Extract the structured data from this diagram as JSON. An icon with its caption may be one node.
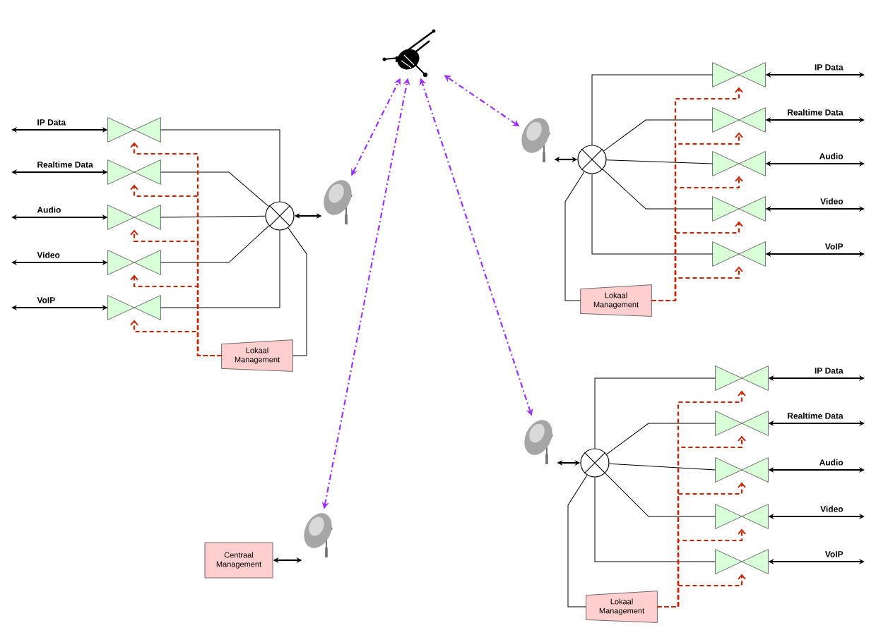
{
  "diagram": {
    "nodes": [
      {
        "text": [],
        "shape": "satellite"
      },
      {
        "text": [],
        "shape": "bowtie"
      },
      {
        "text": [],
        "shape": "bowtie"
      },
      {
        "text": [],
        "shape": "bowtie"
      },
      {
        "text": [],
        "shape": "bowtie"
      },
      {
        "text": [],
        "shape": "bowtie"
      },
      {
        "text": [],
        "shape": "circle"
      },
      {
        "text": [],
        "shape": "dish"
      },
      {
        "text": [
          "Lokaal Management"
        ]
      },
      {
        "text": [],
        "shape": "dish"
      },
      {
        "text": [],
        "shape": "circle"
      },
      {
        "text": [],
        "shape": "bowtie"
      },
      {
        "text": [],
        "shape": "bowtie"
      },
      {
        "text": [],
        "shape": "bowtie"
      },
      {
        "text": [],
        "shape": "bowtie"
      },
      {
        "text": [],
        "shape": "bowtie"
      },
      {
        "text": [
          "Lokaal Management"
        ]
      },
      {
        "text": [],
        "shape": "dish"
      },
      {
        "text": [],
        "shape": "circle"
      },
      {
        "text": [],
        "shape": "bowtie"
      },
      {
        "text": [],
        "shape": "bowtie"
      },
      {
        "text": [],
        "shape": "bowtie"
      },
      {
        "text": [],
        "shape": "bowtie"
      },
      {
        "text": [],
        "shape": "bowtie"
      },
      {
        "text": [
          "Lokaal Management"
        ]
      },
      {
        "text": [],
        "shape": "dish"
      },
      {
        "text": [
          "Centraal Management"
        ]
      }
    ],
    "edges": [
      {
        "from": null,
        "to": 1,
        "arrow": "both",
        "label": "IP Data"
      },
      {
        "from": null,
        "to": 2,
        "arrow": "both",
        "label": "Realtime Data"
      },
      {
        "from": null,
        "to": 3,
        "arrow": "both",
        "label": "Audio"
      },
      {
        "from": null,
        "to": 4,
        "arrow": "both",
        "label": "Video"
      },
      {
        "from": null,
        "to": 5,
        "arrow": "both",
        "label": "VoIP"
      },
      {
        "from": 1,
        "to": 6,
        "arrow": "none"
      },
      {
        "from": 2,
        "to": 6,
        "arrow": "none"
      },
      {
        "from": 3,
        "to": 6,
        "arrow": "none"
      },
      {
        "from": 4,
        "to": 6,
        "arrow": "none"
      },
      {
        "from": 5,
        "to": 6,
        "arrow": "none"
      },
      {
        "from": 8,
        "to": 6,
        "arrow": "none"
      },
      {
        "from": 8,
        "to": 1,
        "arrow": "to",
        "style": "dashed",
        "color": "#cc2200"
      },
      {
        "from": 8,
        "to": 2,
        "arrow": "to",
        "style": "dashed",
        "color": "#cc2200"
      },
      {
        "from": 8,
        "to": 3,
        "arrow": "to",
        "style": "dashed",
        "color": "#cc2200"
      },
      {
        "from": 8,
        "to": 4,
        "arrow": "to",
        "style": "dashed",
        "color": "#cc2200"
      },
      {
        "from": 8,
        "to": 5,
        "arrow": "to",
        "style": "dashed",
        "color": "#cc2200"
      },
      {
        "from": 6,
        "to": 7,
        "arrow": "both"
      },
      {
        "from": 7,
        "to": 0,
        "arrow": "both",
        "style": "dashed",
        "color": "#9b30ff"
      },
      {
        "from": null,
        "to": 11,
        "arrow": "both",
        "label": "IP Data"
      },
      {
        "from": null,
        "to": 12,
        "arrow": "both",
        "label": "Realtime Data"
      },
      {
        "from": null,
        "to": 13,
        "arrow": "both",
        "label": "Audio"
      },
      {
        "from": null,
        "to": 14,
        "arrow": "both",
        "label": "Video"
      },
      {
        "from": null,
        "to": 15,
        "arrow": "both",
        "label": "VoIP"
      },
      {
        "from": 11,
        "to": 10,
        "arrow": "none"
      },
      {
        "from": 12,
        "to": 10,
        "arrow": "none"
      },
      {
        "from": 13,
        "to": 10,
        "arrow": "none"
      },
      {
        "from": 14,
        "to": 10,
        "arrow": "none"
      },
      {
        "from": 15,
        "to": 10,
        "arrow": "none"
      },
      {
        "from": 16,
        "to": 10,
        "arrow": "none"
      },
      {
        "from": 16,
        "to": 11,
        "arrow": "to",
        "style": "dashed",
        "color": "#cc2200"
      },
      {
        "from": 16,
        "to": 12,
        "arrow": "to",
        "style": "dashed",
        "color": "#cc2200"
      },
      {
        "from": 16,
        "to": 13,
        "arrow": "to",
        "style": "dashed",
        "color": "#cc2200"
      },
      {
        "from": 16,
        "to": 14,
        "arrow": "to",
        "style": "dashed",
        "color": "#cc2200"
      },
      {
        "from": 16,
        "to": 15,
        "arrow": "to",
        "style": "dashed",
        "color": "#cc2200"
      },
      {
        "from": 10,
        "to": 9,
        "arrow": "both"
      },
      {
        "from": 9,
        "to": 0,
        "arrow": "both",
        "style": "dashed",
        "color": "#9b30ff"
      },
      {
        "from": null,
        "to": 19,
        "arrow": "both",
        "label": "IP Data"
      },
      {
        "from": null,
        "to": 20,
        "arrow": "both",
        "label": "Realtime Data"
      },
      {
        "from": null,
        "to": 21,
        "arrow": "both",
        "label": "Audio"
      },
      {
        "from": null,
        "to": 22,
        "arrow": "both",
        "label": "Video"
      },
      {
        "from": null,
        "to": 23,
        "arrow": "both",
        "label": "VoIP"
      },
      {
        "from": 19,
        "to": 18,
        "arrow": "none"
      },
      {
        "from": 20,
        "to": 18,
        "arrow": "none"
      },
      {
        "from": 21,
        "to": 18,
        "arrow": "none"
      },
      {
        "from": 22,
        "to": 18,
        "arrow": "none"
      },
      {
        "from": 23,
        "to": 18,
        "arrow": "none"
      },
      {
        "from": 24,
        "to": 18,
        "arrow": "none"
      },
      {
        "from": 24,
        "to": 19,
        "arrow": "to",
        "style": "dashed",
        "color": "#cc2200"
      },
      {
        "from": 24,
        "to": 20,
        "arrow": "to",
        "style": "dashed",
        "color": "#cc2200"
      },
      {
        "from": 24,
        "to": 21,
        "arrow": "to",
        "style": "dashed",
        "color": "#cc2200"
      },
      {
        "from": 24,
        "to": 22,
        "arrow": "to",
        "style": "dashed",
        "color": "#cc2200"
      },
      {
        "from": 24,
        "to": 23,
        "arrow": "to",
        "style": "dashed",
        "color": "#cc2200"
      },
      {
        "from": 18,
        "to": 17,
        "arrow": "both"
      },
      {
        "from": 17,
        "to": 0,
        "arrow": "both",
        "style": "dashed",
        "color": "#9b30ff"
      },
      {
        "from": 26,
        "to": 25,
        "arrow": "both"
      },
      {
        "from": 25,
        "to": 0,
        "arrow": "both",
        "style": "dashed",
        "color": "#9b30ff"
      }
    ]
  }
}
